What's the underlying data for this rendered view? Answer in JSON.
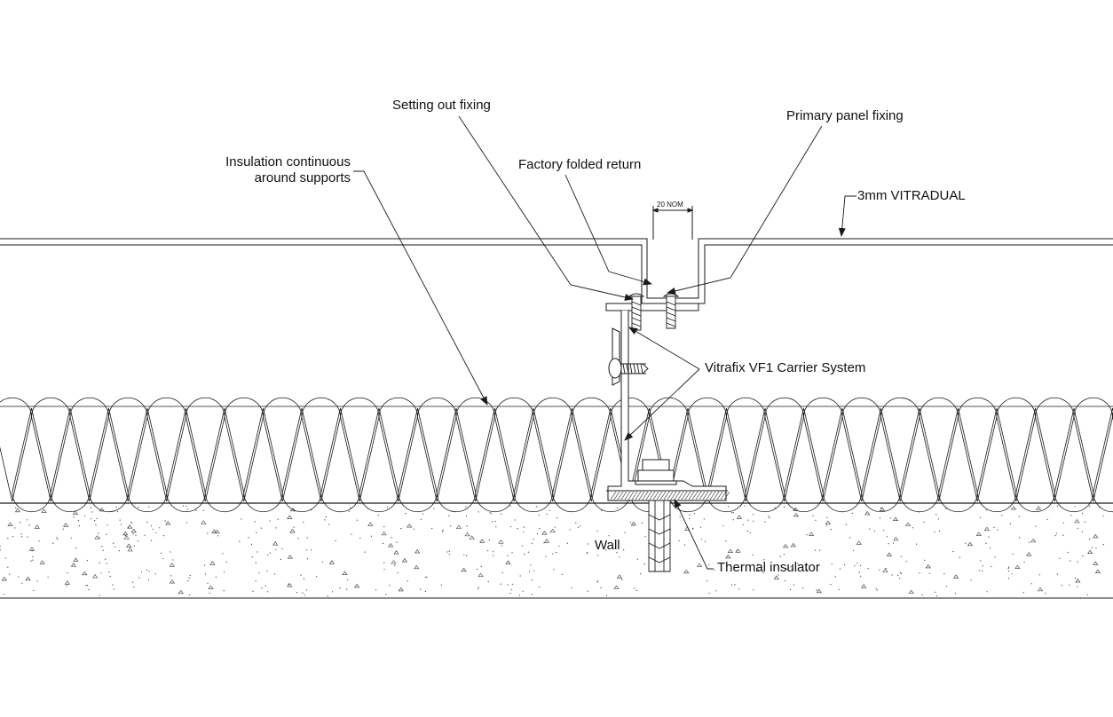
{
  "labels": {
    "setting_out_fixing": "Setting out fixing",
    "primary_panel_fixing": "Primary panel fixing",
    "insulation_line1": "Insulation continuous",
    "insulation_line2": "around supports",
    "factory_folded_return": "Factory folded return",
    "panel": "3mm VITRADUAL",
    "dimension": "20 NOM",
    "carrier_system": "Vitrafix VF1 Carrier System",
    "wall": "Wall",
    "thermal_insulator": "Thermal insulator"
  },
  "colors": {
    "line": "#1a1a1a",
    "background": "#ffffff",
    "speckle": "#333333"
  }
}
